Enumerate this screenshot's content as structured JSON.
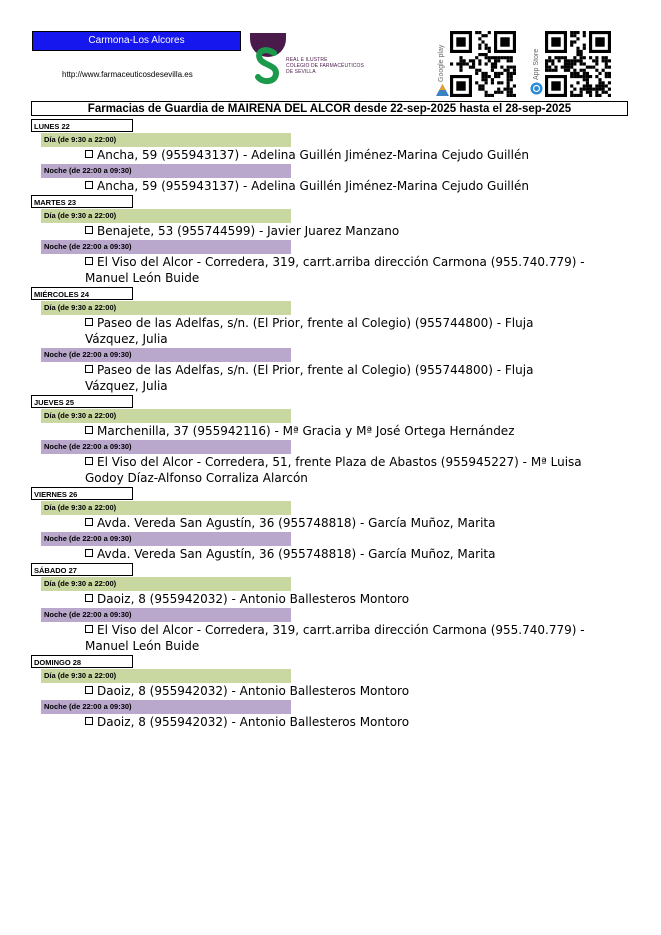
{
  "header": {
    "zone": "Carmona-Los Alcores",
    "website": "http://www.farmaceuticosdesevilla.es",
    "logo_text": [
      "REAL E ILUSTRE",
      "COLEGIO DE FARMACÉUTICOS",
      "DE SEVILLA"
    ],
    "google_play_label": "Google play",
    "app_store_label": "App Store"
  },
  "title": "Farmacias de Guardia de MAIRENA DEL ALCOR desde 22-sep-2025 hasta el 28-sep-2025",
  "colors": {
    "badge": "#1616ee",
    "day_shift": "#c8d8a0",
    "night_shift": "#b9a8cc",
    "logo": "#4a1a4a",
    "logo_green": "#1a9a4a"
  },
  "days": [
    {
      "label": "LUNES 22",
      "shifts": [
        {
          "label": "Día (de 9:30 a 22:00)",
          "type": "day",
          "entry": "Ancha, 59 (955943137) - Adelina Guillén Jiménez-Marina Cejudo Guillén"
        },
        {
          "label": "Noche (de 22:00 a 09:30)",
          "type": "night",
          "entry": "Ancha, 59 (955943137) - Adelina Guillén Jiménez-Marina Cejudo Guillén"
        }
      ]
    },
    {
      "label": "MARTES 23",
      "shifts": [
        {
          "label": "Día (de 9:30 a 22:00)",
          "type": "day",
          "entry": "Benajete, 53 (955744599) - Javier Juarez Manzano"
        },
        {
          "label": "Noche (de 22:00 a 09:30)",
          "type": "night",
          "entry": "El Viso del Alcor - Corredera, 319, carrt.arriba dirección Carmona (955.740.779) - Manuel León Buide"
        }
      ]
    },
    {
      "label": "MIÉRCOLES 24",
      "shifts": [
        {
          "label": "Día (de 9:30 a 22:00)",
          "type": "day",
          "entry": "Paseo de las Adelfas, s/n. (El Prior, frente al Colegio) (955744800) - Fluja Vázquez, Julia"
        },
        {
          "label": "Noche (de 22:00 a 09:30)",
          "type": "night",
          "entry": "Paseo de las Adelfas, s/n. (El Prior, frente al Colegio) (955744800) - Fluja Vázquez, Julia"
        }
      ]
    },
    {
      "label": "JUEVES 25",
      "shifts": [
        {
          "label": "Día (de 9:30 a 22:00)",
          "type": "day",
          "entry": "Marchenilla, 37 (955942116) - Mª Gracia y Mª José Ortega Hernández"
        },
        {
          "label": "Noche (de 22:00 a 09:30)",
          "type": "night",
          "entry": "El Viso del Alcor - Corredera, 51, frente Plaza de Abastos (955945227) - Mª Luisa Godoy Díaz-Alfonso Corraliza Alarcón"
        }
      ]
    },
    {
      "label": "VIERNES 26",
      "shifts": [
        {
          "label": "Día (de 9:30 a 22:00)",
          "type": "day",
          "entry": "Avda. Vereda San Agustín, 36 (955748818) - García Muñoz, Marita"
        },
        {
          "label": "Noche (de 22:00 a 09:30)",
          "type": "night",
          "entry": "Avda. Vereda San Agustín, 36 (955748818) - García Muñoz, Marita"
        }
      ]
    },
    {
      "label": "SÁBADO 27",
      "shifts": [
        {
          "label": "Día (de 9:30 a 22:00)",
          "type": "day",
          "entry": "Daoiz, 8 (955942032) - Antonio Ballesteros Montoro"
        },
        {
          "label": "Noche (de 22:00 a 09:30)",
          "type": "night",
          "entry": "El Viso del Alcor - Corredera, 319, carrt.arriba dirección Carmona (955.740.779) - Manuel León Buide"
        }
      ]
    },
    {
      "label": "DOMINGO 28",
      "shifts": [
        {
          "label": "Día (de 9:30 a 22:00)",
          "type": "day",
          "entry": "Daoiz, 8 (955942032) - Antonio Ballesteros Montoro"
        },
        {
          "label": "Noche (de 22:00 a 09:30)",
          "type": "night",
          "entry": "Daoiz, 8 (955942032) - Antonio Ballesteros Montoro"
        }
      ]
    }
  ]
}
